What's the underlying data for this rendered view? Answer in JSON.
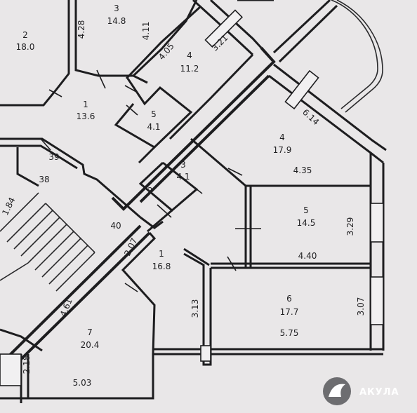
{
  "rooms": [
    {
      "id": "r2-top",
      "number": "2",
      "area": "18.0"
    },
    {
      "id": "r3-top",
      "number": "3",
      "area": "14.8"
    },
    {
      "id": "r4-top",
      "number": "4",
      "area": "11.2"
    },
    {
      "id": "r1-top",
      "number": "1",
      "area": "13.6"
    },
    {
      "id": "r5-top",
      "number": "5",
      "area": "4.1"
    },
    {
      "id": "r4-main",
      "number": "4",
      "area": "17.9"
    },
    {
      "id": "r3-main",
      "number": "3",
      "area": "4.1"
    },
    {
      "id": "r2-main",
      "number": "2",
      "area": ""
    },
    {
      "id": "r5-main",
      "number": "5",
      "area": "14.5"
    },
    {
      "id": "r1-main",
      "number": "1",
      "area": "16.8"
    },
    {
      "id": "r6-main",
      "number": "6",
      "area": "17.7"
    },
    {
      "id": "r7-main",
      "number": "7",
      "area": "20.4"
    }
  ],
  "dimensions": [
    "4.28",
    "4.11",
    "4.05",
    "3.21",
    "6.14",
    "4.35",
    "3.29",
    "4.40",
    "3.07",
    "5.75",
    "3.13",
    "2.07",
    "4.61",
    "5.03",
    "2.18",
    "39",
    "38",
    "40",
    "1.84"
  ],
  "logo": {
    "text": "АКУЛА",
    "icon": "shark-logo-icon"
  },
  "colors": {
    "paper": "#e9e7e8",
    "ink": "#1d1d1f",
    "logo_circle": "#6d6d70"
  }
}
